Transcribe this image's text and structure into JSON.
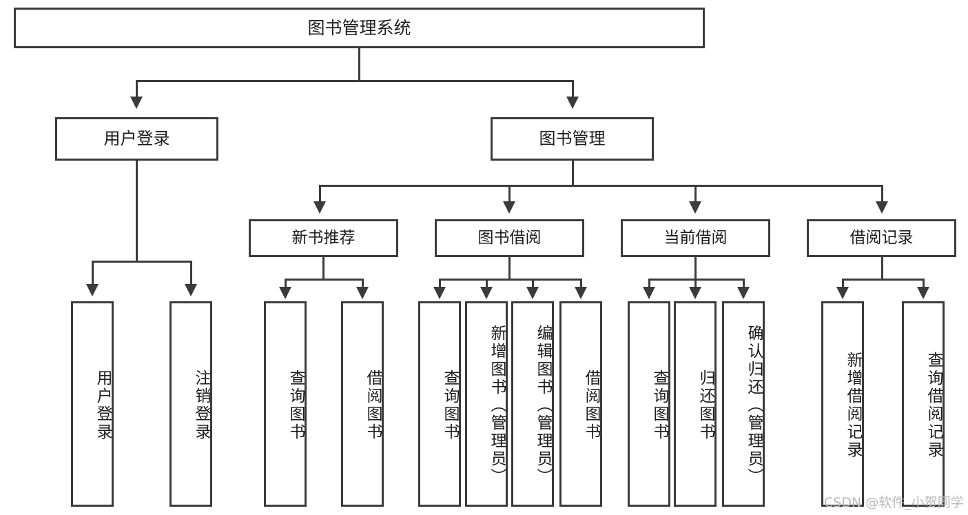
{
  "diagram": {
    "title": "图书管理系统",
    "type": "tree",
    "root": {
      "label": "图书管理系统"
    },
    "level2": [
      {
        "label": "用户登录"
      },
      {
        "label": "图书管理"
      }
    ],
    "level3": [
      {
        "label": "新书推荐"
      },
      {
        "label": "图书借阅"
      },
      {
        "label": "当前借阅"
      },
      {
        "label": "借阅记录"
      }
    ],
    "leaves": {
      "user_login": [
        {
          "label": "用户登录"
        },
        {
          "label": "注销登录"
        }
      ],
      "new_book_recommend": [
        {
          "label": "查询图书"
        },
        {
          "label": "借阅图书"
        }
      ],
      "book_borrow": [
        {
          "label": "查询图书"
        },
        {
          "label": "新增图书（管理员）"
        },
        {
          "label": "编辑图书（管理员）"
        },
        {
          "label": "借阅图书"
        }
      ],
      "current_borrow": [
        {
          "label": "查询图书"
        },
        {
          "label": "归还图书"
        },
        {
          "label": "确认归还（管理员）"
        }
      ],
      "borrow_record": [
        {
          "label": "新增借阅记录"
        },
        {
          "label": "查询借阅记录"
        }
      ]
    }
  },
  "watermark": {
    "text": "CSDN @软件_小贺同学"
  },
  "colors": {
    "stroke": "#3b3b3b",
    "fill": "#ffffff",
    "text": "#1d1d1d",
    "watermark": "#b9b9b9"
  }
}
